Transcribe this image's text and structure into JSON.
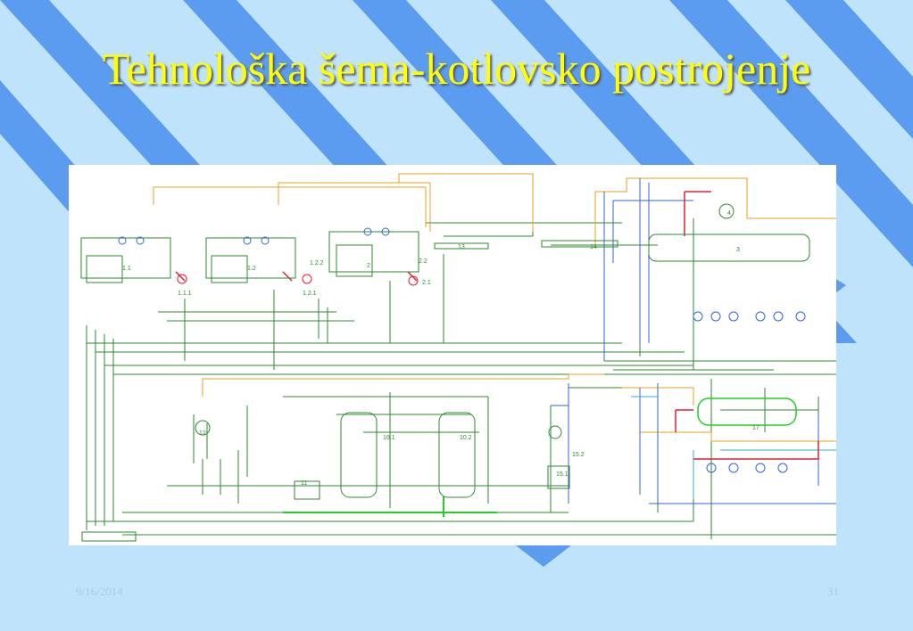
{
  "slide": {
    "title": "Tehnološka šema-kotlovsko postrojenje",
    "date": "9/16/2014",
    "page_number": "31"
  },
  "colors": {
    "background": "#bfe3fb",
    "stripe": "#5b9cf1",
    "title": "#ffff00",
    "footer_text": "#a9cbe4",
    "pipe_green": "#2f8a2f",
    "pipe_blue": "#3366cc",
    "pipe_orange": "#e8a020",
    "pipe_red": "#e02030",
    "pipe_bright_green": "#20d020",
    "pipe_cyan": "#3aaad0"
  },
  "diagram": {
    "unit_labels": [
      "1.1",
      "1.1.1",
      "1.2",
      "1.2.2",
      "1.2.1",
      "2",
      "2.2",
      "2.1",
      "13",
      "14",
      "3",
      "4",
      "10.1",
      "10.2",
      "11",
      "12",
      "15.1",
      "15.2",
      "17"
    ]
  }
}
